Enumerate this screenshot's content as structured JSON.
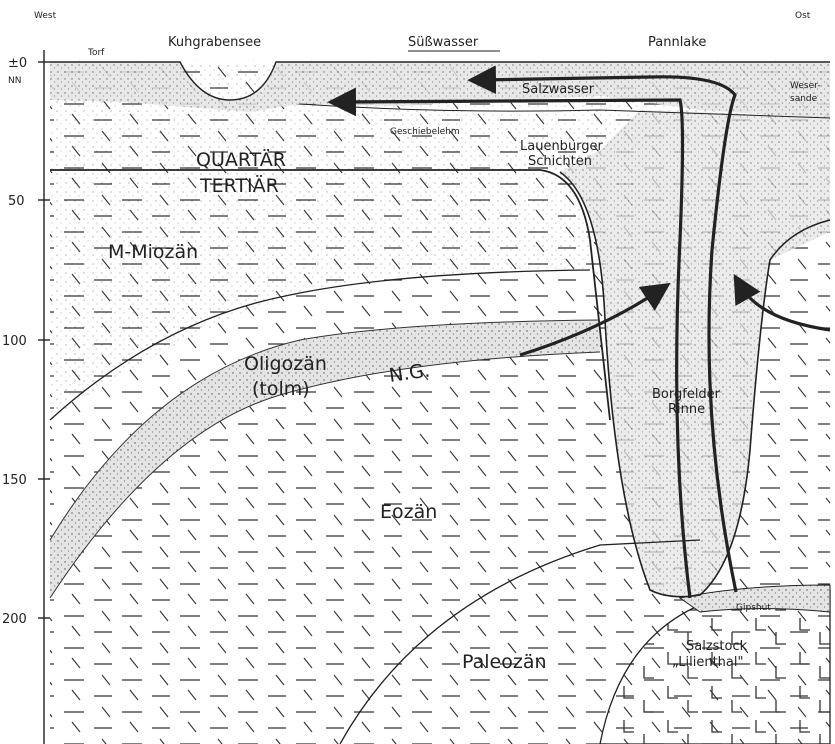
{
  "orientation": {
    "left": "West",
    "right": "Ost"
  },
  "depth_axis": {
    "zero_label": "±0",
    "zero_sublabel": "NN",
    "ticks": [
      "50",
      "100",
      "150",
      "200"
    ]
  },
  "surface_labels": {
    "peat": "Torf",
    "lake": "Kuhgrabensee",
    "fresh_water": "Süßwasser",
    "pannlake": "Pannlake",
    "salt_water": "Salzwasser",
    "weser_sands_line1": "Weser-",
    "weser_sands_line2": "sande",
    "till": "Geschiebelehm",
    "lauenburg_line1": "Lauenburger",
    "lauenburg_line2": "Schichten"
  },
  "era_boundary": {
    "upper": "QUARTÄR",
    "lower": "TERTIÄR"
  },
  "strata": {
    "miocene": "M-Miozän",
    "oligocene_line1": "Oligozän",
    "oligocene_line2": "(tolm)",
    "ng_band": "N.G.",
    "eocene": "Eozän",
    "paleocene": "Paleozän"
  },
  "channel": {
    "line1": "Borgfelder",
    "line2": "Rinne"
  },
  "salt": {
    "cap": "Gipshut",
    "dome_line1": "Salzstock",
    "dome_line2": "„Lilienthal\""
  },
  "colors": {
    "ink": "#222222",
    "stipple_fill": "#dcdcdc",
    "paper": "#ffffff"
  }
}
